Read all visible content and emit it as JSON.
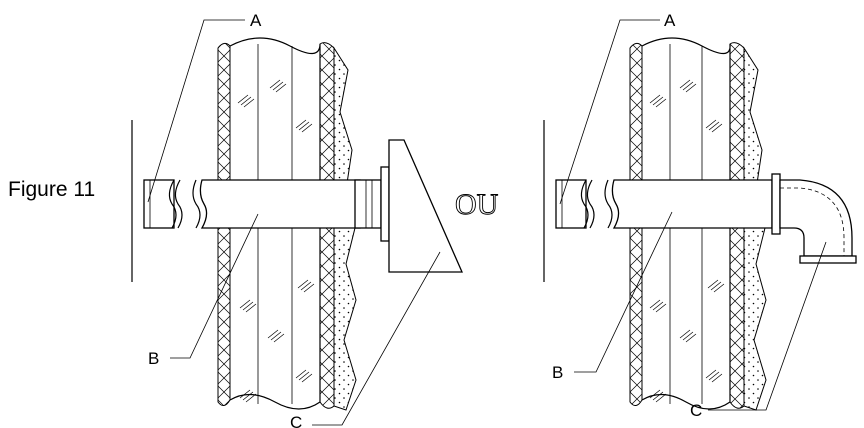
{
  "caption": "Figure 11",
  "connector_word": "OU",
  "left_diagram": {
    "label_a": "A",
    "label_b": "B",
    "label_c": "C"
  },
  "right_diagram": {
    "label_a": "A",
    "label_b": "B",
    "label_c": "C"
  }
}
